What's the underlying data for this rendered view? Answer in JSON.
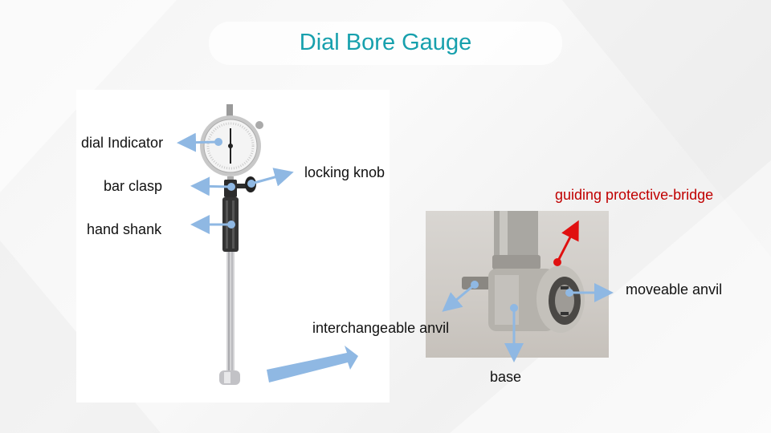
{
  "slide": {
    "title": "Dial Bore Gauge",
    "title_color": "#17a0ad"
  },
  "labels": {
    "dial_indicator": "dial Indicator",
    "bar_clasp": "bar clasp",
    "locking_knob": "locking knob",
    "hand_shank": "hand shank",
    "guiding_protective_bridge": "guiding protective-bridge",
    "moveable_anvil": "moveable anvil",
    "interchangeable_anvil": "interchangeable anvil",
    "base": "base"
  },
  "colors": {
    "callout_arrow": "#8fb8e3",
    "highlight_arrow": "#e01010",
    "highlight_label": "#c00000"
  },
  "images": {
    "left": "dial-bore-gauge-full",
    "right": "measuring-head-closeup"
  }
}
